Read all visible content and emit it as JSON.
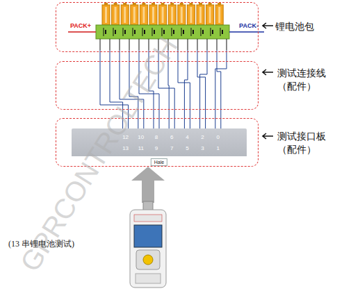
{
  "diagram": {
    "caption": "(13 串锂电池测试)",
    "nodes": [
      {
        "text": [
          "锂电池包"
        ]
      },
      {
        "text": [
          "测试连接线 （配件）"
        ]
      },
      {
        "text": [
          "测试接口板 （配件）"
        ]
      },
      {
        "text": [
          "Hale"
        ],
        "in": 2
      }
    ],
    "labels": [
      "PACK+",
      "PACK-",
      "12",
      "10",
      "8",
      "6",
      "4",
      "2",
      "0",
      "13",
      "11",
      "9",
      "7",
      "5",
      "3",
      "1",
      "GPRCONTROLTECH"
    ]
  }
}
